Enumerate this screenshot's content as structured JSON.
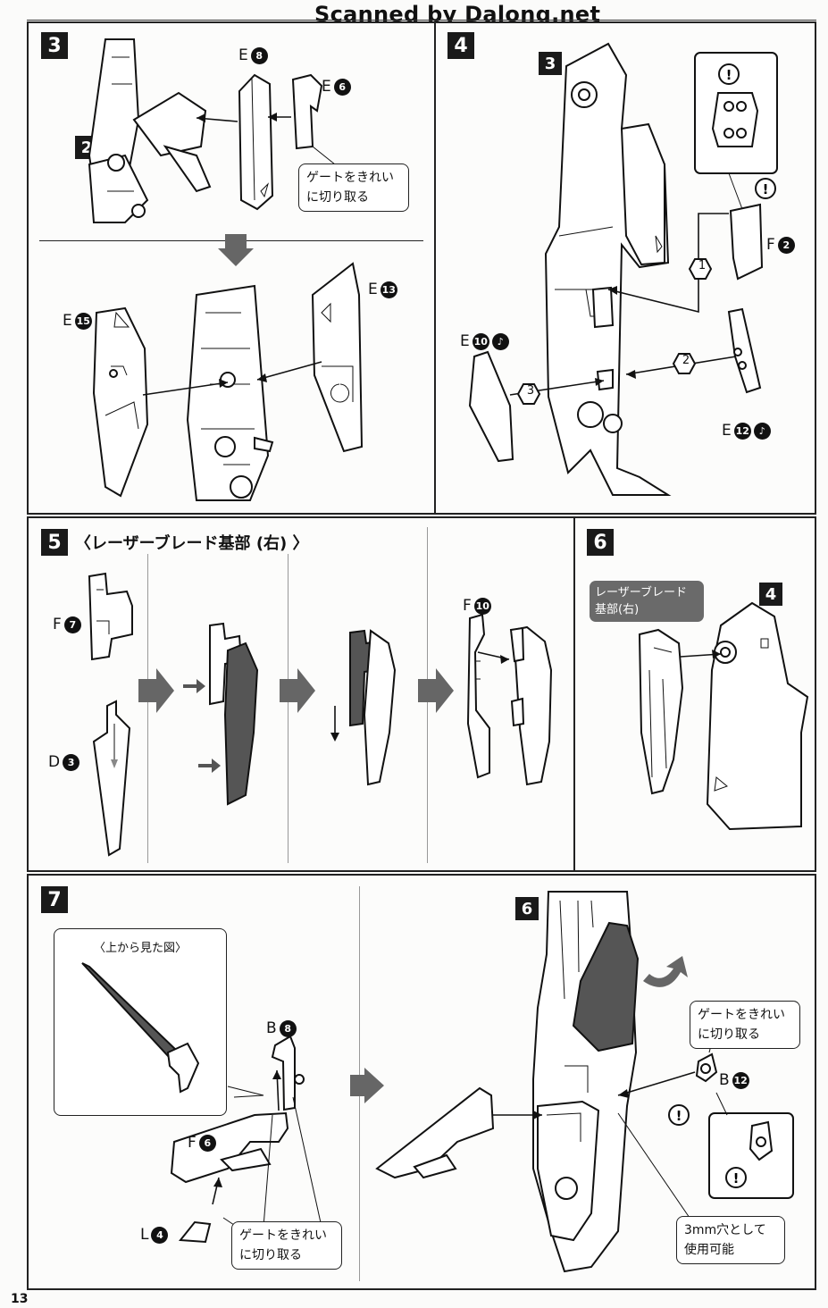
{
  "header": {
    "watermark": "Scanned by Dalong.net"
  },
  "page_number": "13",
  "steps": {
    "s3": {
      "num": "3",
      "sub_num": "2",
      "labels": {
        "e8": "E",
        "e8n": "8",
        "e6": "E",
        "e6n": "6",
        "e15": "E",
        "e15n": "15",
        "e13": "E",
        "e13n": "13"
      },
      "note": [
        "ゲートをきれい",
        "に切り取る"
      ]
    },
    "s4": {
      "num": "4",
      "sub_num": "3",
      "labels": {
        "f2": "F",
        "f2n": "2",
        "e10": "E",
        "e10n": "10",
        "e12": "E",
        "e12n": "12"
      },
      "order": [
        "1",
        "2",
        "3"
      ]
    },
    "s5": {
      "num": "5",
      "title": "〈レーザーブレード基部 (右) 〉",
      "labels": {
        "f7": "F",
        "f7n": "7",
        "d3": "D",
        "d3n": "3",
        "f10": "F",
        "f10n": "10"
      }
    },
    "s6": {
      "num": "6",
      "sub_num": "4",
      "badge": [
        "レーザーブレード",
        "基部(右)"
      ]
    },
    "s7": {
      "num": "7",
      "sub_num": "6",
      "inset_title": "〈上から見た図〉",
      "labels": {
        "b8": "B",
        "b8n": "8",
        "f6": "F",
        "f6n": "6",
        "l4": "L",
        "l4n": "4",
        "b12": "B",
        "b12n": "12"
      },
      "note_left": [
        "ゲートをきれい",
        "に切り取る"
      ],
      "note_right": [
        "ゲートをきれい",
        "に切り取る"
      ],
      "note_hole": [
        "3mm穴として",
        "使用可能"
      ]
    }
  },
  "colors": {
    "ink": "#111111",
    "panel_bg": "#fcfcfb",
    "shade": "#555555",
    "badge_bg": "#6a6a6a"
  },
  "icons": [
    "arrow-right-icon",
    "arrow-down-icon",
    "warning-icon",
    "rotate-icon"
  ]
}
